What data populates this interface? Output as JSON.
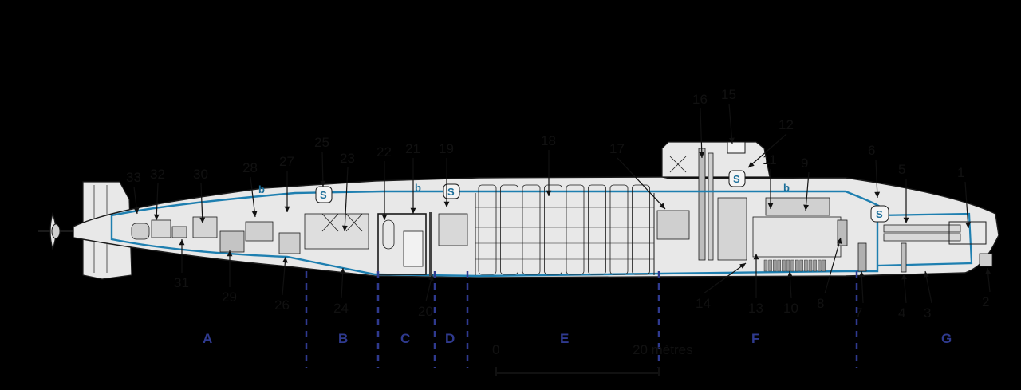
{
  "diagram": {
    "colors": {
      "background": "#000000",
      "hull_fill": "#e8e8e8",
      "line": "#1a1a1a",
      "pressure_hull": "#1e7fb0",
      "section_marker": "#2f3a8f"
    },
    "callouts": [
      {
        "id": "1",
        "label": "1"
      },
      {
        "id": "2",
        "label": "2"
      },
      {
        "id": "3",
        "label": "3"
      },
      {
        "id": "4",
        "label": "4"
      },
      {
        "id": "5",
        "label": "5"
      },
      {
        "id": "6",
        "label": "6"
      },
      {
        "id": "7",
        "label": "7"
      },
      {
        "id": "8",
        "label": "8"
      },
      {
        "id": "9",
        "label": "9"
      },
      {
        "id": "10",
        "label": "10"
      },
      {
        "id": "11",
        "label": "11"
      },
      {
        "id": "12",
        "label": "12"
      },
      {
        "id": "13",
        "label": "13"
      },
      {
        "id": "14",
        "label": "14"
      },
      {
        "id": "15",
        "label": "15"
      },
      {
        "id": "16",
        "label": "16"
      },
      {
        "id": "17",
        "label": "17"
      },
      {
        "id": "18",
        "label": "18"
      },
      {
        "id": "19",
        "label": "19"
      },
      {
        "id": "20",
        "label": "20"
      },
      {
        "id": "21",
        "label": "21"
      },
      {
        "id": "22",
        "label": "22"
      },
      {
        "id": "23",
        "label": "23"
      },
      {
        "id": "24",
        "label": "24"
      },
      {
        "id": "25",
        "label": "25"
      },
      {
        "id": "26",
        "label": "26"
      },
      {
        "id": "27",
        "label": "27"
      },
      {
        "id": "28",
        "label": "28"
      },
      {
        "id": "29",
        "label": "29"
      },
      {
        "id": "30",
        "label": "30"
      },
      {
        "id": "31",
        "label": "31"
      },
      {
        "id": "32",
        "label": "32"
      },
      {
        "id": "33",
        "label": "33"
      }
    ],
    "sections": [
      {
        "id": "A",
        "label": "A"
      },
      {
        "id": "B",
        "label": "B"
      },
      {
        "id": "C",
        "label": "C"
      },
      {
        "id": "D",
        "label": "D"
      },
      {
        "id": "E",
        "label": "E"
      },
      {
        "id": "F",
        "label": "F"
      },
      {
        "id": "G",
        "label": "G"
      }
    ],
    "markers": {
      "s": "S",
      "b": "b"
    },
    "scale_bar": {
      "start": "0",
      "end": "20 mètres"
    }
  }
}
